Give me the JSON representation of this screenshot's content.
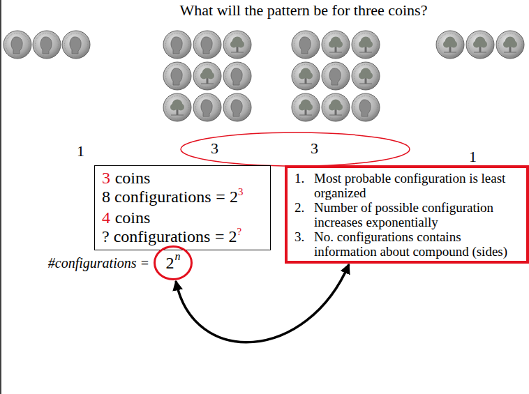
{
  "diagram": {
    "title": "What will the pattern be for three coins?",
    "nodes": [
      {
        "text": [
          "3",
          "3"
        ]
      },
      {
        "text": [
          "3",
          "coins",
          "8 configurations",
          "= 2",
          "3",
          "4",
          "coins",
          "? configurations",
          "= 2",
          "?"
        ]
      },
      {
        "text": [
          "1.",
          "Most probable configuration is least organized",
          "2.",
          "Number of possible configuration increases exponentially",
          "3.",
          "No. configurations contains information about compound (sides)"
        ]
      },
      {
        "text": [
          "2",
          "n"
        ]
      }
    ],
    "edges": [
      {
        "from": 3,
        "to": 2,
        "arrow": "both"
      }
    ],
    "labels": [
      "1",
      "1",
      "#configurations ="
    ]
  }
}
